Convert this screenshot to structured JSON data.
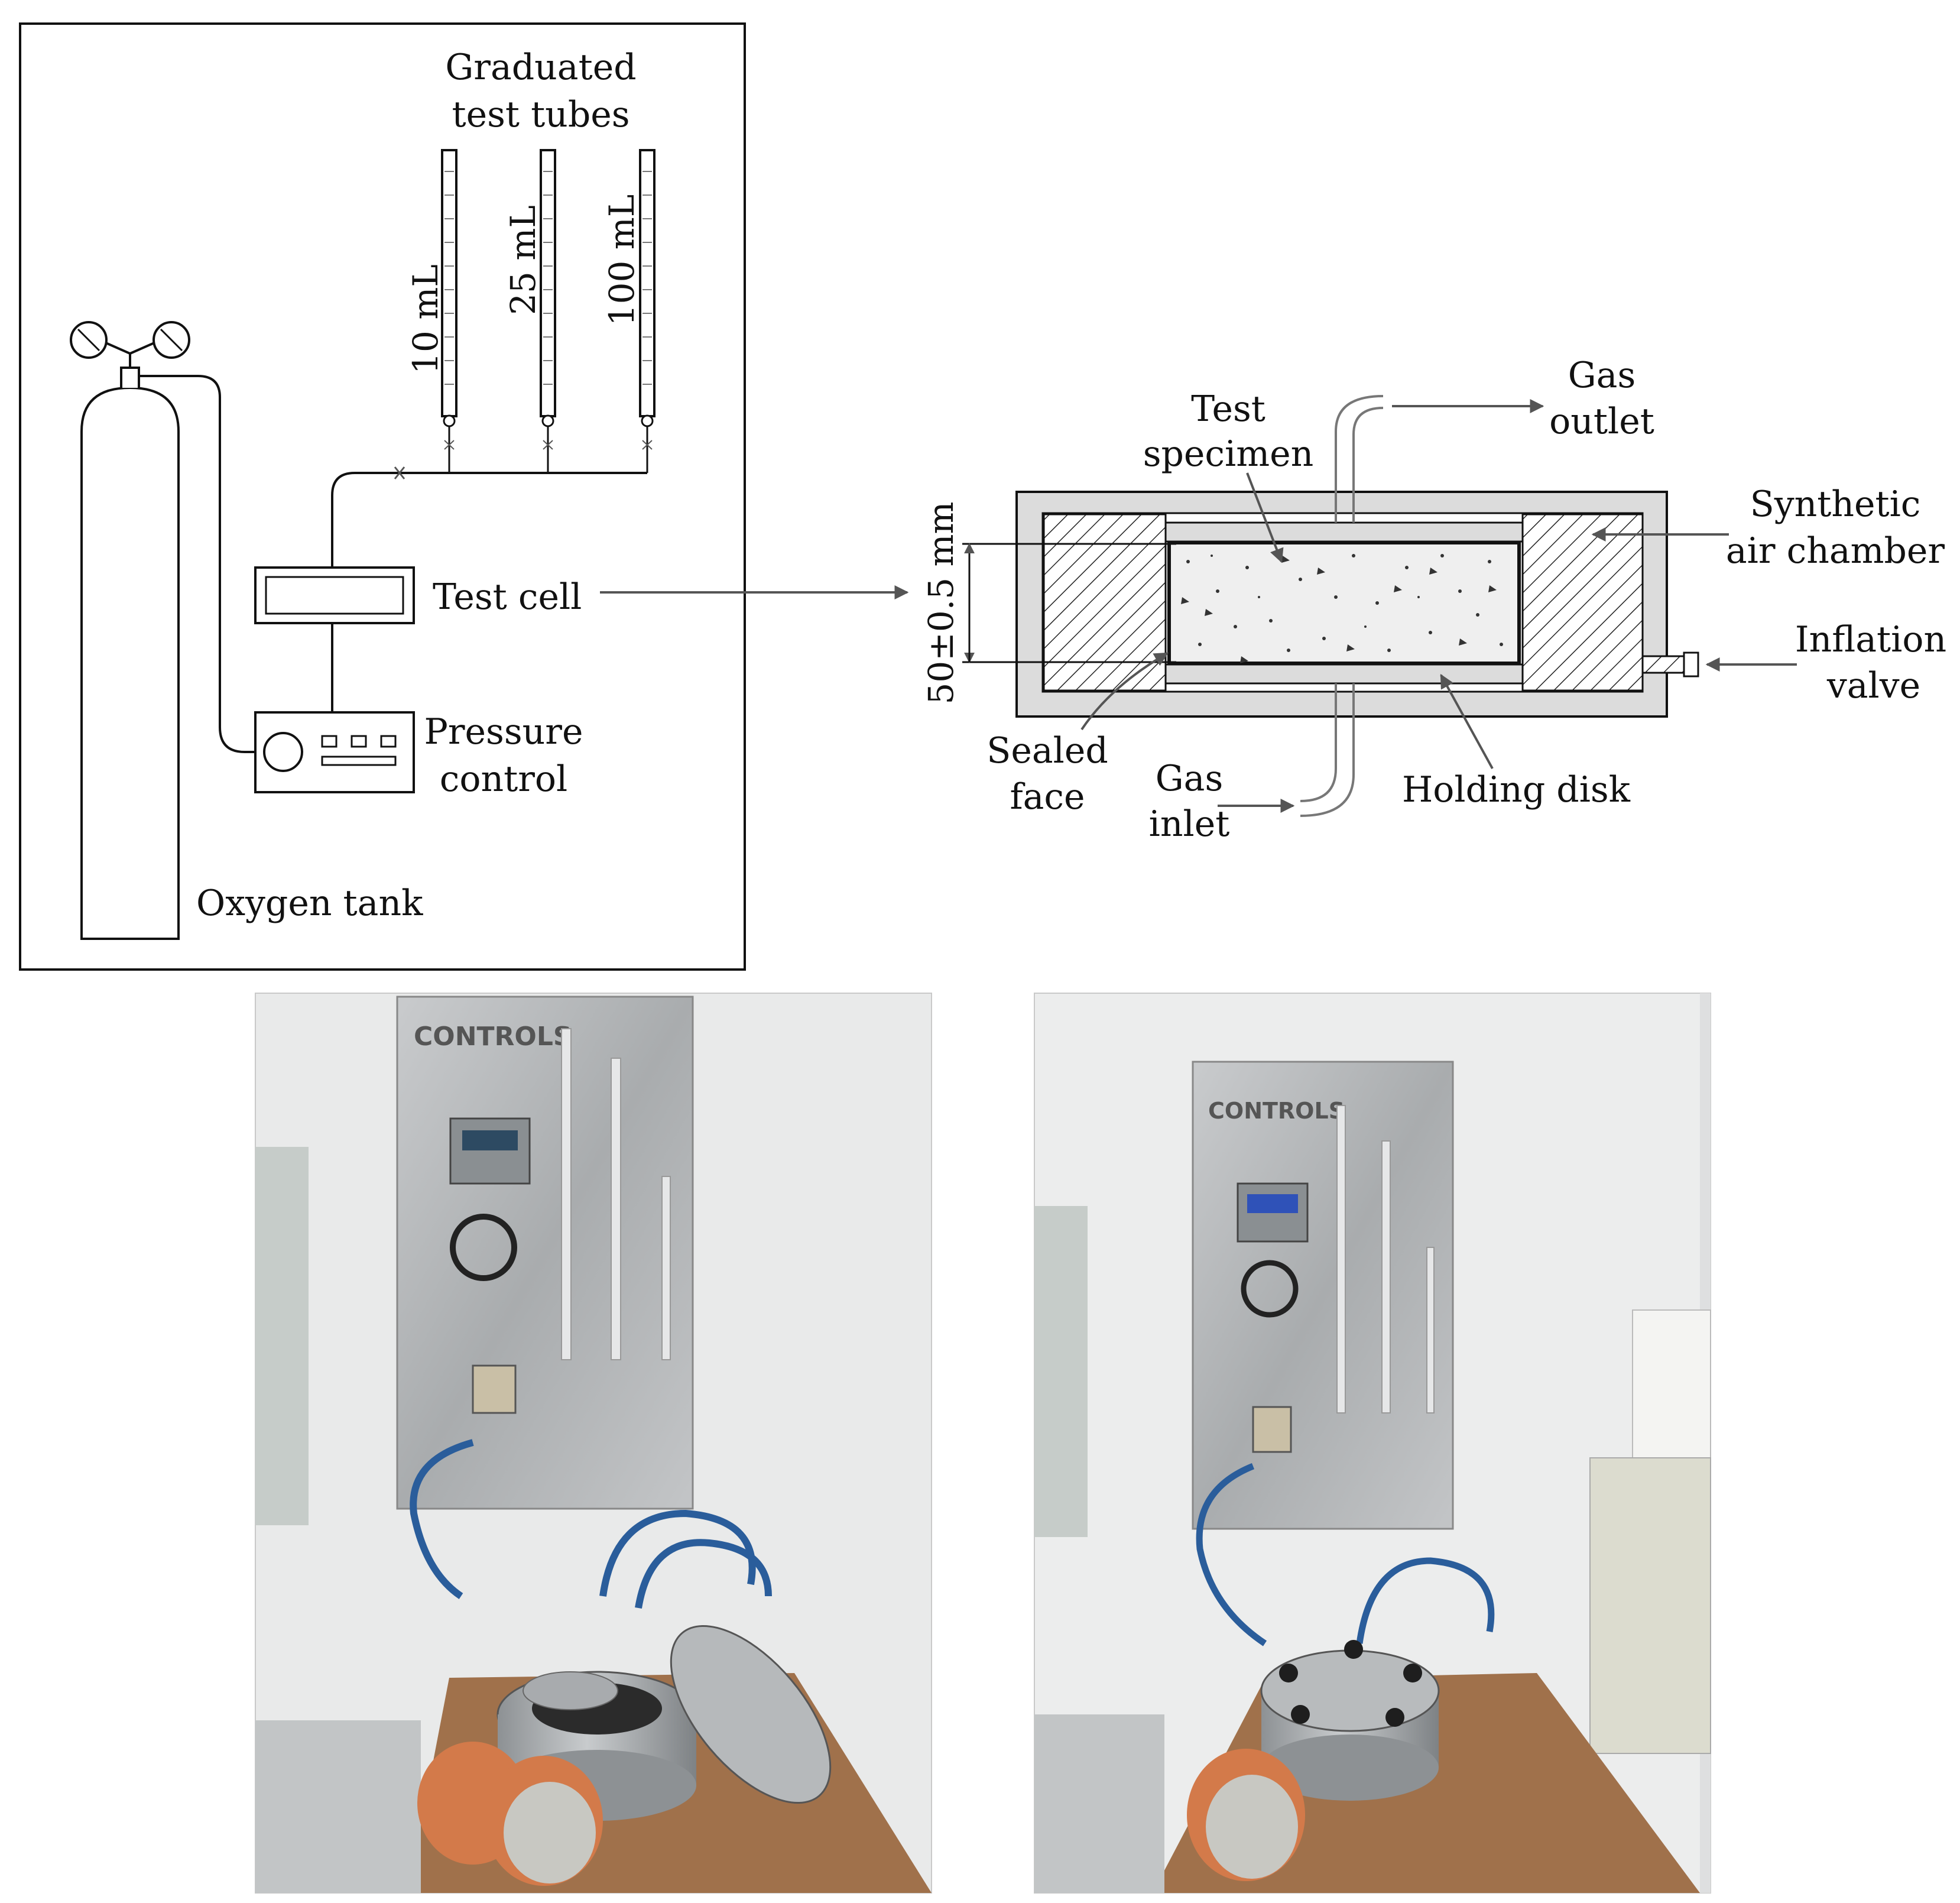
{
  "schematic": {
    "test_tubes_title": [
      "Graduated",
      "test tubes"
    ],
    "tubes": [
      {
        "label": "10 mL"
      },
      {
        "label": "25 mL"
      },
      {
        "label": "100 mL"
      }
    ],
    "test_cell": "Test cell",
    "pressure_control": [
      "Pressure",
      "control"
    ],
    "oxygen_tank": "Oxygen tank"
  },
  "cell_detail": {
    "test_specimen": [
      "Test",
      "specimen"
    ],
    "gas_outlet": [
      "Gas",
      "outlet"
    ],
    "synthetic_air_chamber": [
      "Synthetic",
      "air chamber"
    ],
    "inflation_valve": [
      "Inflation",
      "valve"
    ],
    "holding_disk": "Holding disk",
    "gas_inlet": [
      "Gas",
      "inlet"
    ],
    "sealed_face": [
      "Sealed",
      "face"
    ],
    "dimension": "50±0.5 mm"
  },
  "photos": {
    "brand": "CONTROLS"
  },
  "colors": {
    "line": "#111111",
    "chamber_fill": "#dcdcdc",
    "specimen_fill": "#efefef",
    "arrow": "#555555",
    "wall": "#e9eaea",
    "panel": "#b9bcbe",
    "bench": "#a0714b"
  }
}
